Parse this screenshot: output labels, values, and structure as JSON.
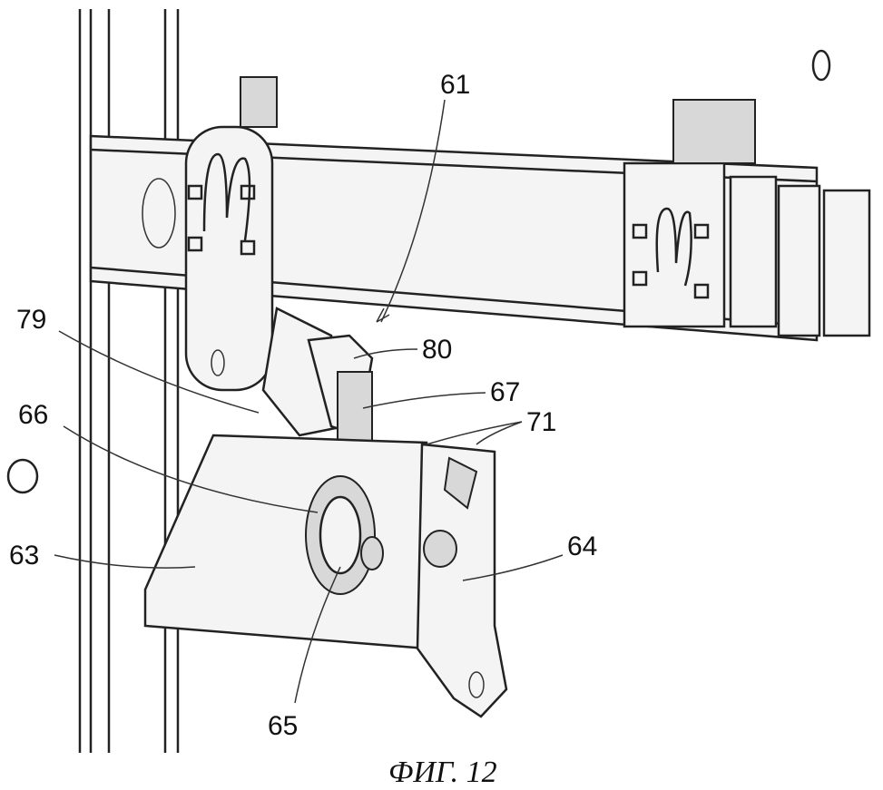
{
  "figure": {
    "caption": "ФИГ. 12",
    "labels": {
      "l61": "61",
      "l79": "79",
      "l80": "80",
      "l67": "67",
      "l66": "66",
      "l71": "71",
      "l63": "63",
      "l64": "64",
      "l65": "65"
    }
  }
}
